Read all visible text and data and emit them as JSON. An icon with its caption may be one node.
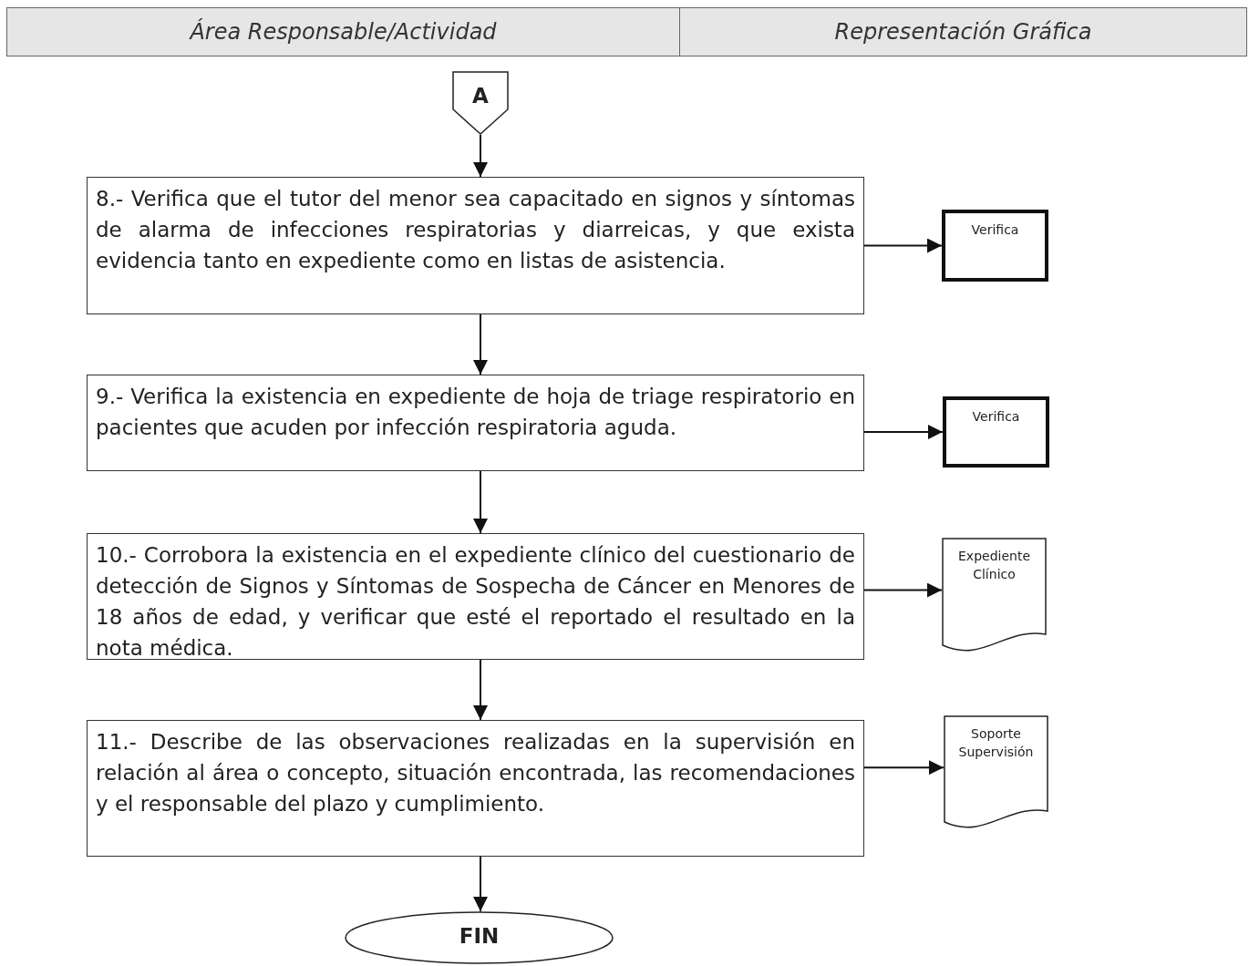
{
  "diagram": {
    "nodes": [
      {
        "text": [
          "A"
        ]
      },
      {
        "text": [
          "8.- Verifica que el tutor del menor sea capacitado en signos y síntomas de alarma de infecciones respiratorias y diarreicas, y que exista evidencia tanto en expediente como en listas de asistencia."
        ]
      },
      {
        "text": [
          "Verifica"
        ]
      },
      {
        "text": [
          "9.- Verifica la existencia en expediente de hoja de triage respiratorio en pacientes que acuden por infección respiratoria aguda."
        ]
      },
      {
        "text": [
          "Verifica"
        ]
      },
      {
        "text": [
          "10.- Corrobora la existencia en el expediente clínico del cuestionario de detección de Signos y Síntomas de Sospecha de Cáncer en Menores de 18 años de edad, y verificar que esté el reportado el resultado en la nota médica."
        ]
      },
      {
        "text": [
          "Expediente Clínico"
        ]
      },
      {
        "text": [
          "11.- Describe de las observaciones realizadas en la supervisión en relación al área o concepto, situación encontrada, las recomendaciones y el responsable del plazo y cumplimiento."
        ]
      },
      {
        "text": [
          "Soporte Supervisión"
        ]
      },
      {
        "text": [
          "FIN"
        ]
      }
    ],
    "edges": [
      {
        "from": 0,
        "to": 1,
        "arrow": "to"
      },
      {
        "from": 1,
        "to": 2,
        "arrow": "to"
      },
      {
        "from": 1,
        "to": 3,
        "arrow": "to"
      },
      {
        "from": 3,
        "to": 4,
        "arrow": "to"
      },
      {
        "from": 3,
        "to": 5,
        "arrow": "to"
      },
      {
        "from": 5,
        "to": 6,
        "arrow": "to"
      },
      {
        "from": 5,
        "to": 7,
        "arrow": "to"
      },
      {
        "from": 7,
        "to": 8,
        "arrow": "to"
      },
      {
        "from": 7,
        "to": 9,
        "arrow": "to"
      }
    ],
    "labels": [
      "Área Responsable/Actividad",
      "Representación Gráfica"
    ]
  }
}
